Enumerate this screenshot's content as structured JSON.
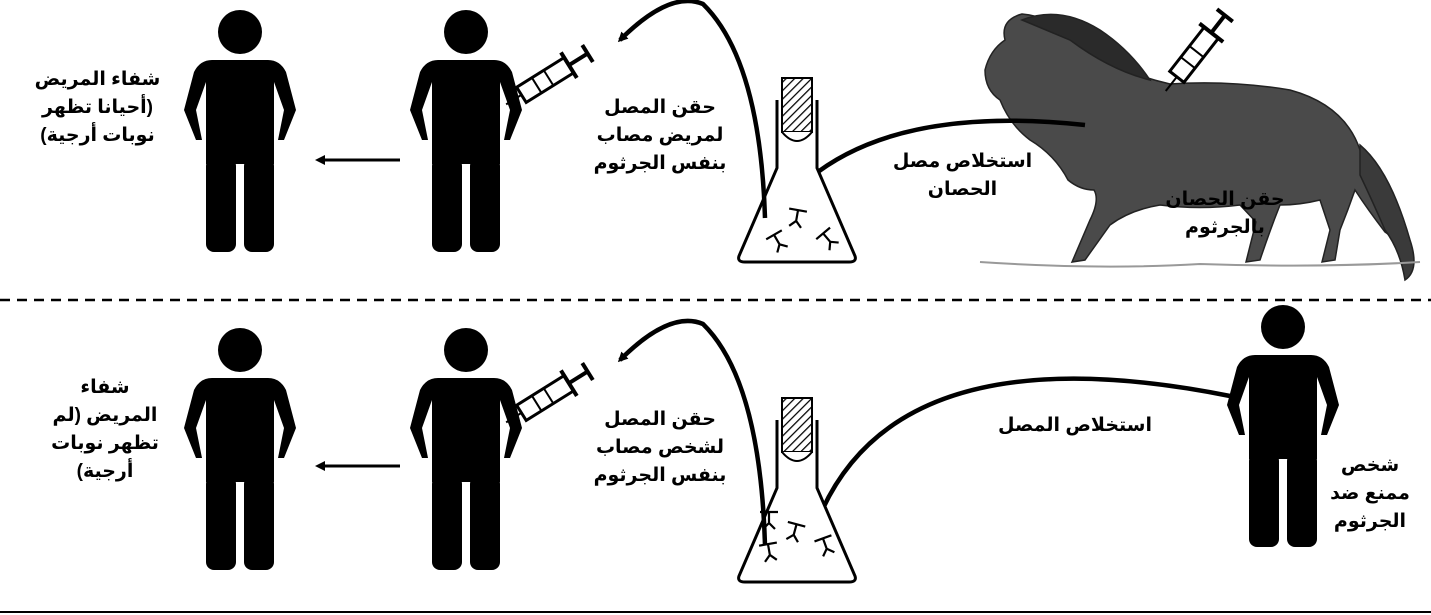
{
  "top_row": {
    "horse_label": [
      "حقن الحصان",
      "بالجرثوم"
    ],
    "extract_label": [
      "استخلاص مصل",
      "الحصان"
    ],
    "inject_label": [
      "حقن المصل",
      "لمريض مصاب",
      "بنفس الجرثوم"
    ],
    "result_label": [
      "شفاء المريض",
      "(أحيانا تظهر",
      "نوبات أرجية)"
    ]
  },
  "bottom_row": {
    "donor_label": [
      "شخص",
      "ممنع ضد",
      "الجرثوم"
    ],
    "extract_label": [
      "استخلاص المصل"
    ],
    "inject_label": [
      "حقن المصل",
      "لشخص مصاب",
      "بنفس الجرثوم"
    ],
    "result_label": [
      "شفاء",
      "المريض (لم",
      "تظهر نوبات",
      "أرجية)"
    ]
  },
  "colors": {
    "ink": "#000000",
    "background": "#ffffff",
    "horse": "#4a4a4a"
  }
}
